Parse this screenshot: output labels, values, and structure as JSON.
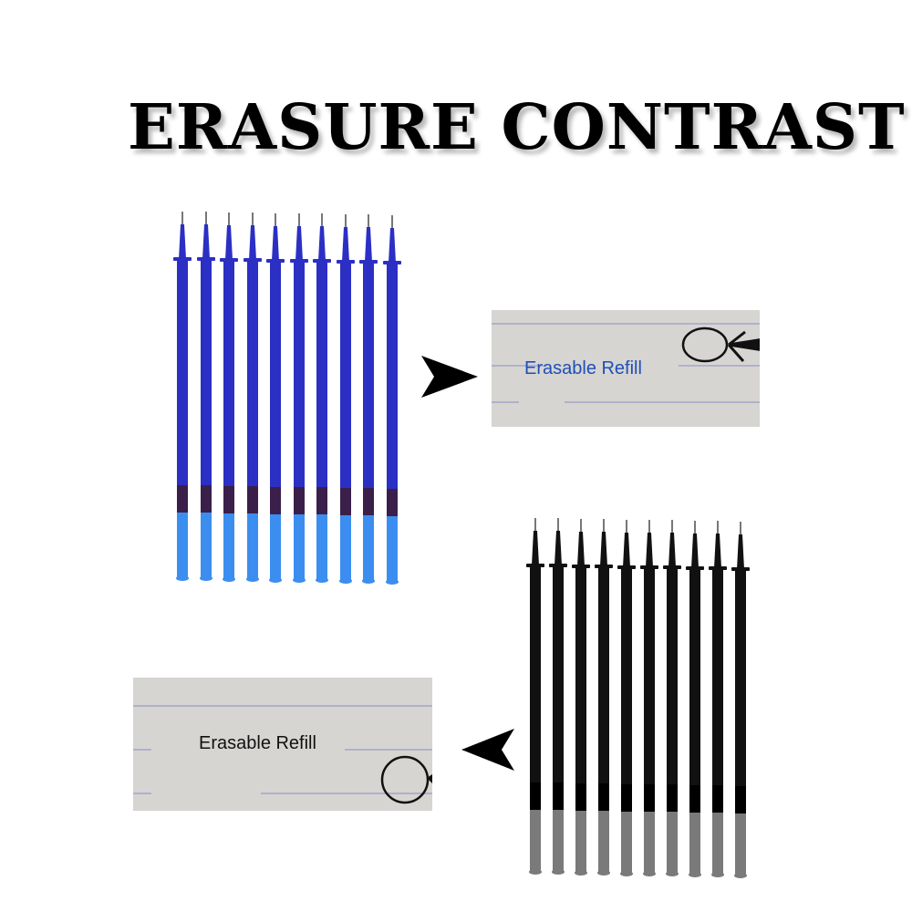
{
  "title": "ERASURE CONTRAST",
  "colors": {
    "background": "#ffffff",
    "title": "#000000",
    "blue_refill_body": "#2b2fc4",
    "blue_refill_ink": "#3a1f4a",
    "blue_refill_tail": "#3b8ef0",
    "black_refill_body": "#111111",
    "black_refill_ink": "#000000",
    "black_refill_tail": "#7a7a7a",
    "paper": "#d6d5d2",
    "blue_text": "#1f4fb8",
    "black_text": "#111111"
  },
  "blue_section": {
    "refill_count": 10,
    "card_label": "Erasable Refill",
    "arrow_direction": "right"
  },
  "black_section": {
    "refill_count": 10,
    "card_label": "Erasable Refill",
    "arrow_direction": "left"
  }
}
